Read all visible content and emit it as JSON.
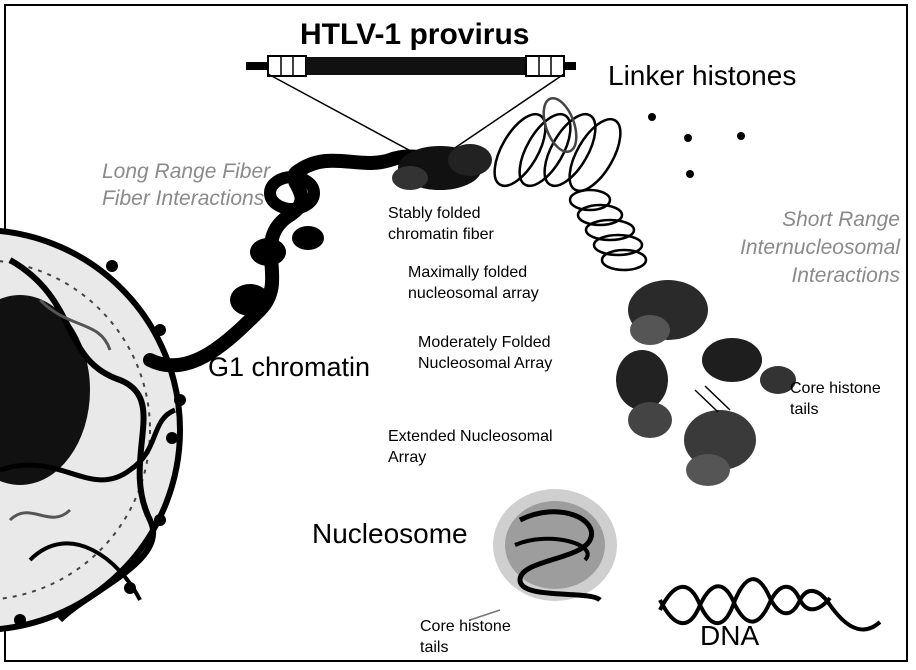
{
  "labels": {
    "provirus": "HTLV-1 provirus",
    "linker_histones": "Linker histones",
    "long_range": "Long Range Fiber Fiber Interactions",
    "short_range": "Short Range Internucleosomal Interactions",
    "stably_folded": "Stably folded chromatin fiber",
    "max_folded": "Maximally folded nucleosomal array",
    "mod_folded": "Moderately Folded Nucleosomal Array",
    "extended": "Extended Nucleosomal Array",
    "g1_chromatin": "G1 chromatin",
    "core_tails_right": "Core histone tails",
    "nucleosome": "Nucleosome",
    "core_tails_bottom": "Core histone tails",
    "dna": "DNA"
  },
  "colors": {
    "ink": "#000000",
    "faint_label": "#8a8a8a",
    "background": "#ffffff"
  }
}
